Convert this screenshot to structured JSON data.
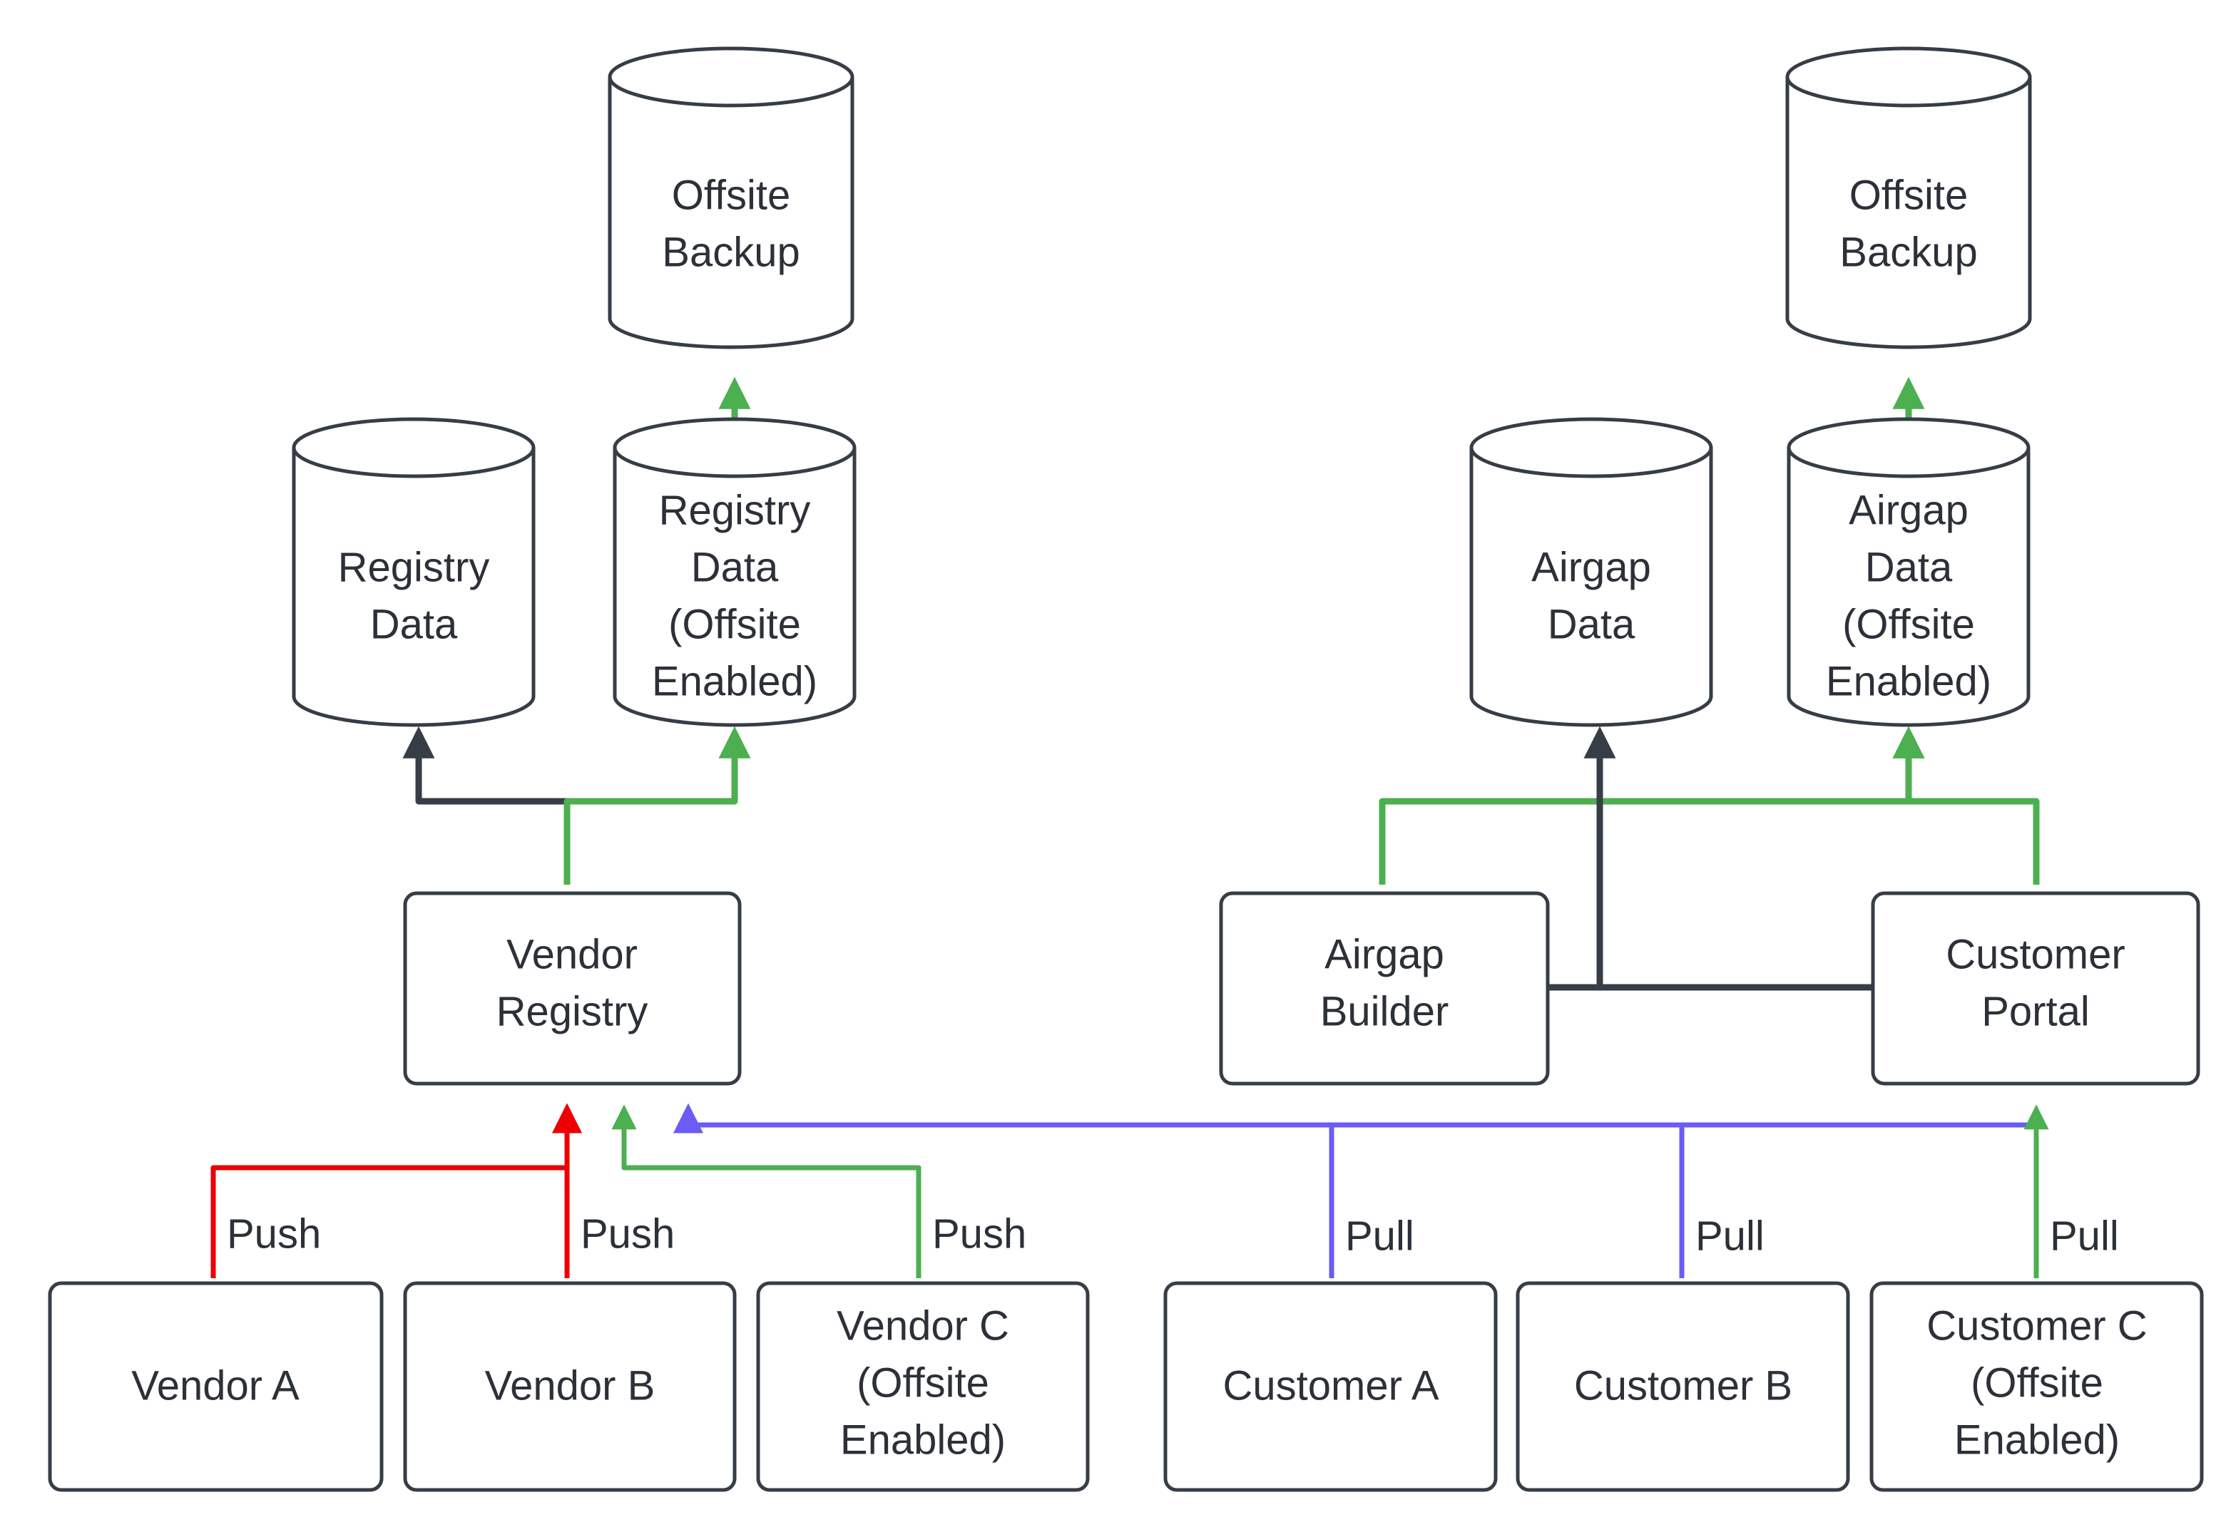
{
  "diagram": {
    "type": "flowchart",
    "background": "#ffffff",
    "node_stroke": "#373d46",
    "node_fill": "#ffffff",
    "text_color": "#2c3038",
    "edge_colors": {
      "default": "#373d46",
      "offsite": "#4caf50",
      "push": "#ee0000",
      "pull": "#6a5cf5"
    },
    "nodes": {
      "offsite_backup_left": {
        "label_line1": "Offsite",
        "label_line2": "Backup",
        "shape": "cylinder"
      },
      "offsite_backup_right": {
        "label_line1": "Offsite",
        "label_line2": "Backup",
        "shape": "cylinder"
      },
      "registry_data": {
        "label_line1": "Registry",
        "label_line2": "Data",
        "shape": "cylinder"
      },
      "registry_data_offsite": {
        "label_line1": "Registry",
        "label_line2": "Data",
        "label_line3": "(Offsite",
        "label_line4": "Enabled)",
        "shape": "cylinder"
      },
      "airgap_data": {
        "label_line1": "Airgap",
        "label_line2": "Data",
        "shape": "cylinder"
      },
      "airgap_data_offsite": {
        "label_line1": "Airgap",
        "label_line2": "Data",
        "label_line3": "(Offsite",
        "label_line4": "Enabled)",
        "shape": "cylinder"
      },
      "vendor_registry": {
        "label_line1": "Vendor",
        "label_line2": "Registry",
        "shape": "rounded-rect"
      },
      "airgap_builder": {
        "label_line1": "Airgap",
        "label_line2": "Builder",
        "shape": "rounded-rect"
      },
      "customer_portal": {
        "label_line1": "Customer",
        "label_line2": "Portal",
        "shape": "rounded-rect"
      },
      "vendor_a": {
        "label_line1": "Vendor A",
        "shape": "rounded-rect"
      },
      "vendor_b": {
        "label_line1": "Vendor B",
        "shape": "rounded-rect"
      },
      "vendor_c": {
        "label_line1": "Vendor C",
        "label_line2": "(Offsite",
        "label_line3": "Enabled)",
        "shape": "rounded-rect"
      },
      "customer_a": {
        "label_line1": "Customer A",
        "shape": "rounded-rect"
      },
      "customer_b": {
        "label_line1": "Customer B",
        "shape": "rounded-rect"
      },
      "customer_c": {
        "label_line1": "Customer C",
        "label_line2": "(Offsite",
        "label_line3": "Enabled)",
        "shape": "rounded-rect"
      }
    },
    "edge_labels": {
      "vendor_a_push": "Push",
      "vendor_b_push": "Push",
      "vendor_c_push": "Push",
      "customer_a_pull": "Pull",
      "customer_b_pull": "Pull",
      "customer_c_pull": "Pull"
    }
  }
}
